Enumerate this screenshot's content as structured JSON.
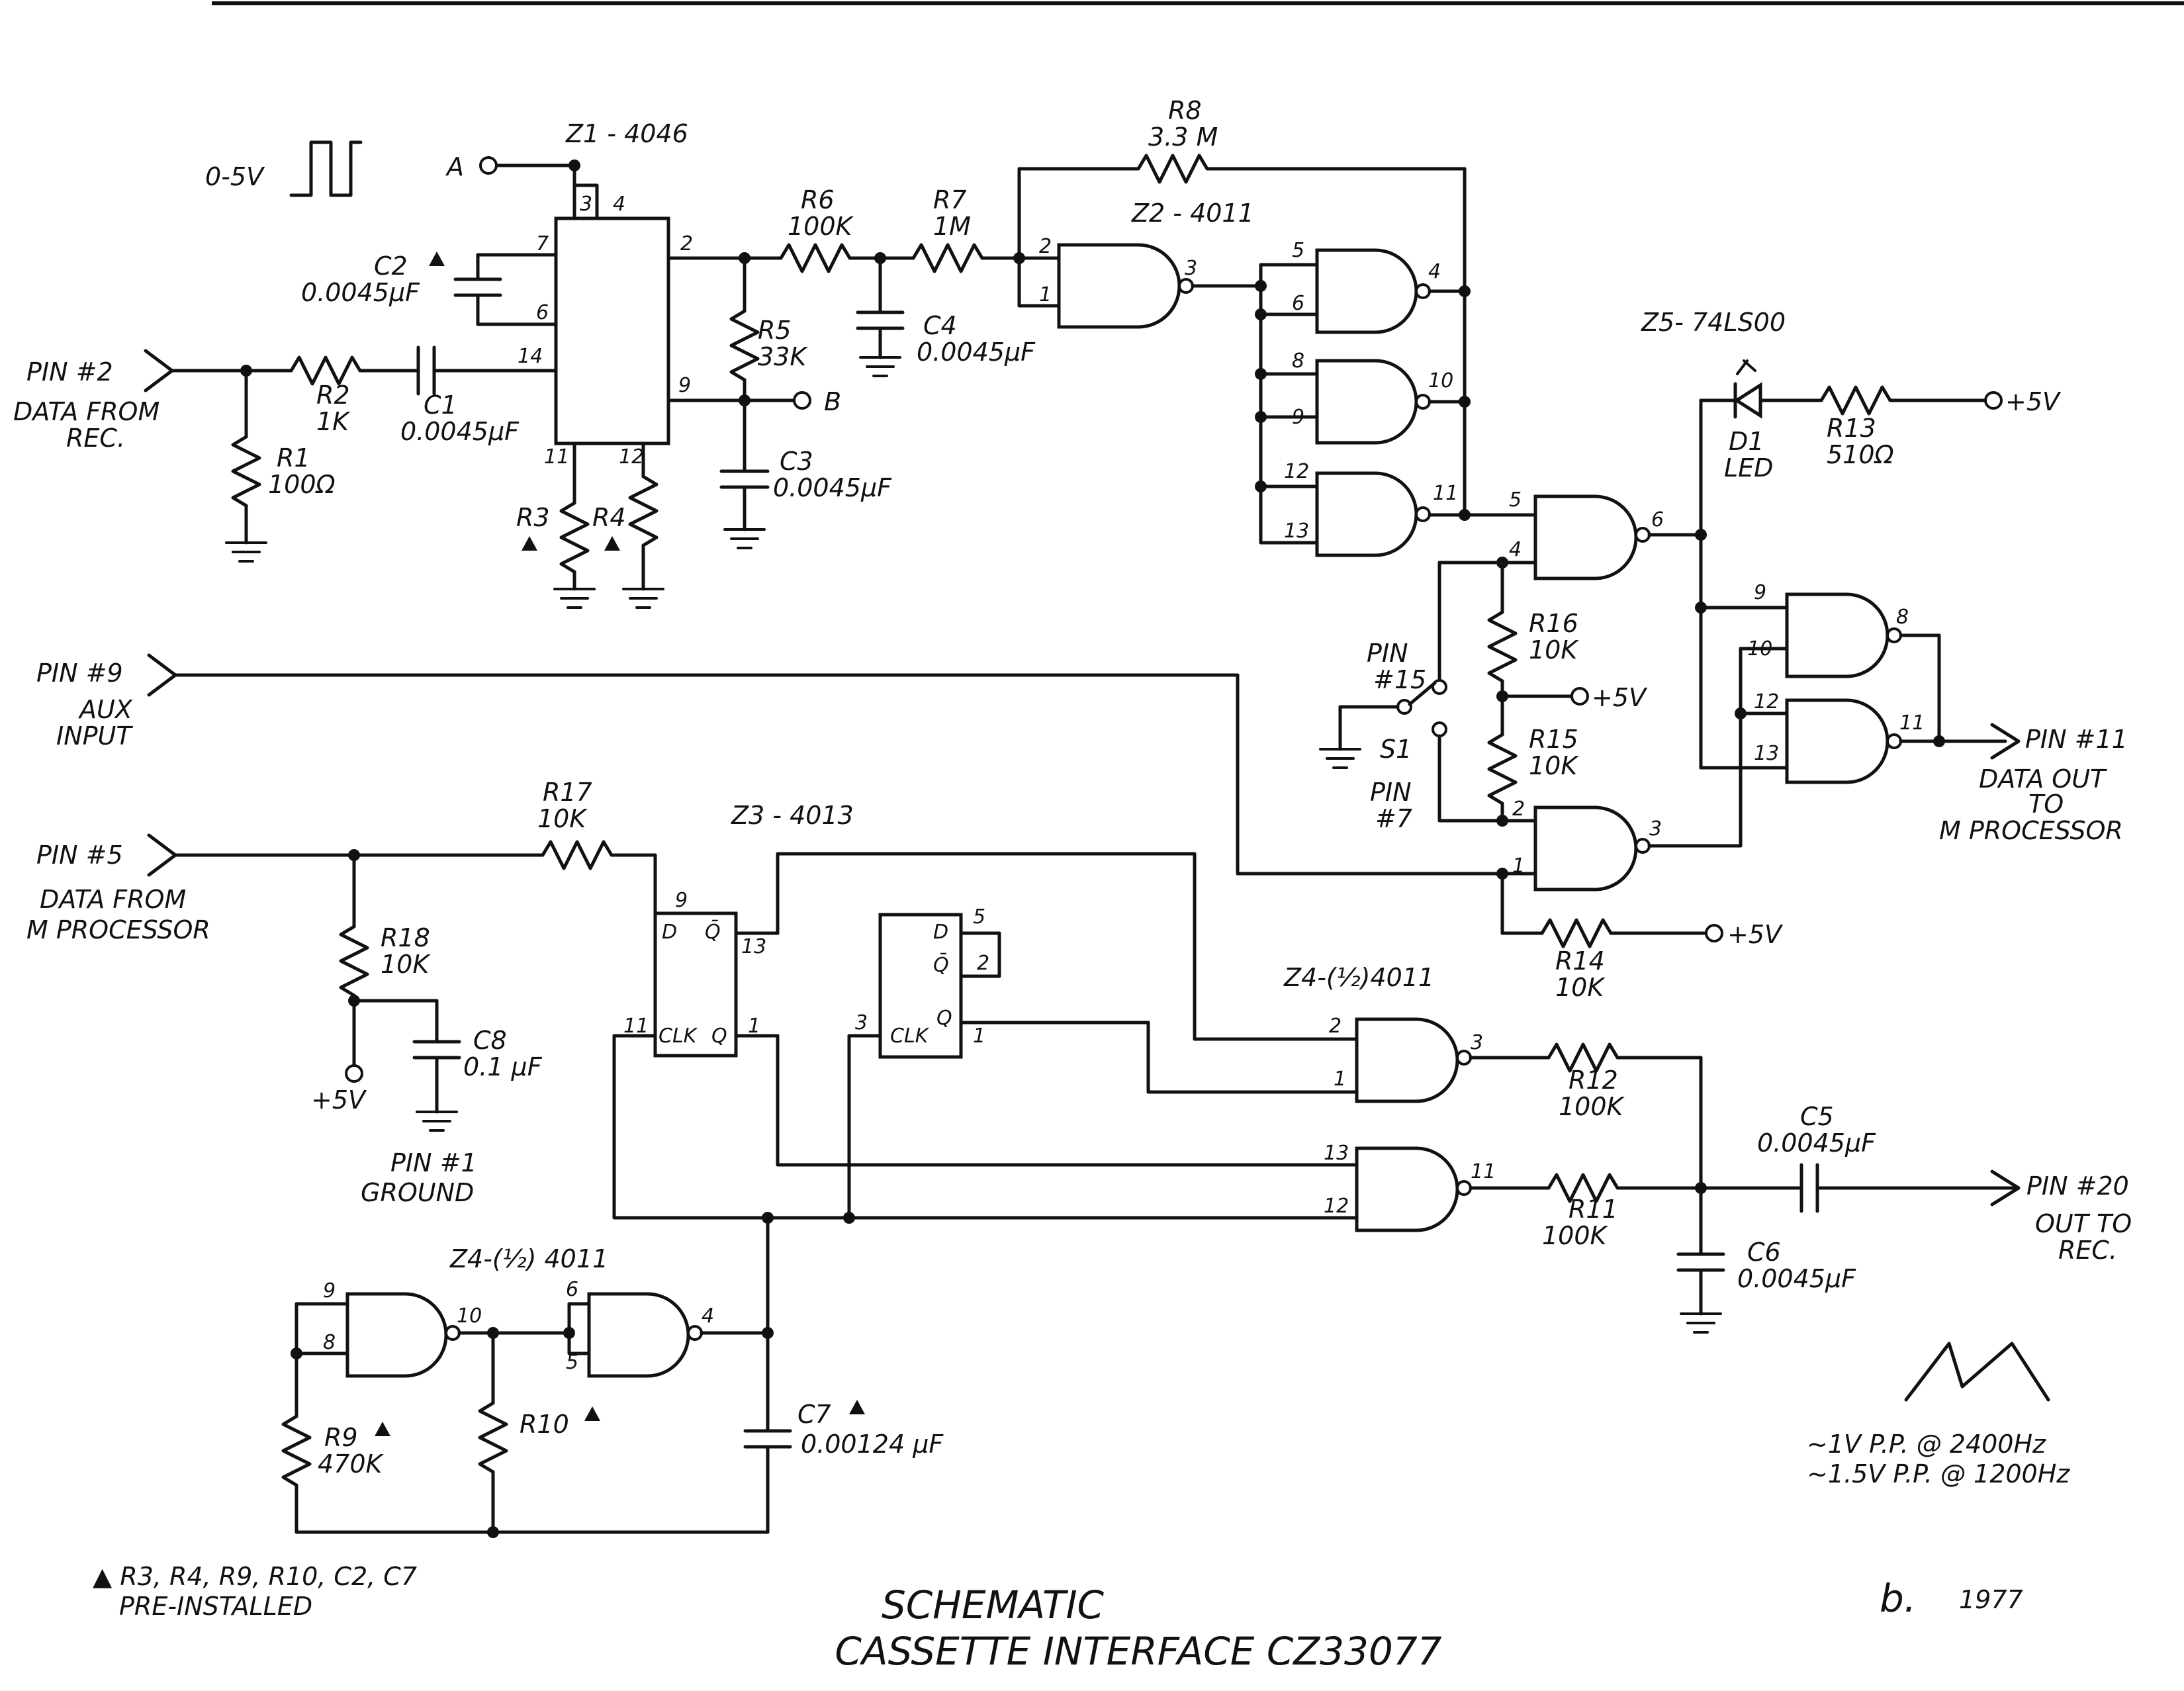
{
  "title": {
    "line1": "SCHEMATIC",
    "line2": "CASSETTE INTERFACE CZ33077"
  },
  "signature": {
    "initials": "b.",
    "year": "1977"
  },
  "footnote": {
    "line1": "▲ R3, R4, R9, R10, C2, C7",
    "line2": "PRE-INSTALLED"
  },
  "waveform": {
    "line1": "~1V P.P. @ 2400Hz",
    "line2": "~1.5V P.P. @ 1200Hz"
  },
  "input_signal": "0-5V",
  "chips": {
    "z1": "Z1 - 4046",
    "z2": "Z2 - 4011",
    "z3": "Z3 - 4013",
    "z4a": "Z4-(½)4011",
    "z4b": "Z4-(½) 4011",
    "z5": "Z5- 74LS00"
  },
  "connectors": {
    "pin2_name": "PIN #2",
    "pin2_desc1": "DATA FROM",
    "pin2_desc2": "REC.",
    "pin9_name": "PIN #9",
    "pin9_desc1": "AUX",
    "pin9_desc2": "INPUT",
    "pin5_name": "PIN #5",
    "pin5_desc1": "DATA FROM",
    "pin5_desc2": "M PROCESSOR",
    "pin1_name": "PIN #1",
    "pin1_desc": "GROUND",
    "pin11_name": "PIN #11",
    "pin11_desc1": "DATA OUT",
    "pin11_desc2": "TO",
    "pin11_desc3": "M PROCESSOR",
    "pin20_name": "PIN #20",
    "pin20_desc1": "OUT TO",
    "pin20_desc2": "REC.",
    "pin15_name1": "PIN",
    "pin15_name2": "#15",
    "pin7_name1": "PIN",
    "pin7_name2": "#7",
    "node_a": "A",
    "node_b": "B",
    "switch": "S1"
  },
  "supply": "+5V",
  "components": {
    "r1": "R1",
    "r1_v": "100Ω",
    "r2": "R2",
    "r2_v": "1K",
    "r3": "R3",
    "r4": "R4",
    "r5": "R5",
    "r5_v": "33K",
    "r6": "R6",
    "r6_v": "100K",
    "r7": "R7",
    "r7_v": "1M",
    "r8": "R8",
    "r8_v": "3.3 M",
    "r9": "R9",
    "r9_v": "470K",
    "r10": "R10",
    "r11": "R11",
    "r11_v": "100K",
    "r12": "R12",
    "r12_v": "100K",
    "r13": "R13",
    "r13_v": "510Ω",
    "r14": "R14",
    "r14_v": "10K",
    "r15": "R15",
    "r15_v": "10K",
    "r16": "R16",
    "r16_v": "10K",
    "r17": "R17",
    "r17_v": "10K",
    "r18": "R18",
    "r18_v": "10K",
    "c1": "C1",
    "c1_v": "0.0045µF",
    "c2": "C2",
    "c2_v": "0.0045µF",
    "c3": "C3",
    "c3_v": "0.0045µF",
    "c4": "C4",
    "c4_v": "0.0045µF",
    "c5": "C5",
    "c5_v": "0.0045µF",
    "c6": "C6",
    "c6_v": "0.0045µF",
    "c7": "C7",
    "c7_v": "0.00124 µF",
    "c8": "C8",
    "c8_v": "0.1 µF",
    "d1": "D1",
    "d1_v": "LED"
  },
  "pin_numbers": {
    "z1_3": "3",
    "z1_4": "4",
    "z1_7": "7",
    "z1_6": "6",
    "z1_14": "14",
    "z1_2": "2",
    "z1_9": "9",
    "z1_11": "11",
    "z1_12": "12",
    "g1_a": "2",
    "g1_b": "1",
    "g1_o": "3",
    "g2_a": "5",
    "g2_b": "6",
    "g2_o": "4",
    "g3_a": "8",
    "g3_b": "9",
    "g3_o": "10",
    "g4_a": "12",
    "g4_b": "13",
    "g4_o": "11",
    "g5_a": "5",
    "g5_b": "4",
    "g5_o": "6",
    "g6_a": "9",
    "g6_b": "10",
    "g6_o": "8",
    "g7_a": "12",
    "g7_b": "13",
    "g7_o": "11",
    "g8_a": "2",
    "g8_b": "1",
    "g8_o": "3",
    "ff1_d": "9",
    "ff1_qn": "13",
    "ff1_clk": "11",
    "ff1_q": "1",
    "ff2_d": "5",
    "ff2_qn": "2",
    "ff2_clk": "3",
    "ff2_q": "1",
    "g9_a": "2",
    "g9_b": "1",
    "g9_o": "3",
    "g10_a": "13",
    "g10_b": "12",
    "g10_o": "11",
    "g11_a": "9",
    "g11_b": "8",
    "g11_o": "10",
    "g12_a": "6",
    "g12_b": "5",
    "g12_o": "4"
  },
  "ff_labels": {
    "d": "D",
    "qn": "Q̄",
    "q": "Q",
    "clk": "CLK"
  }
}
